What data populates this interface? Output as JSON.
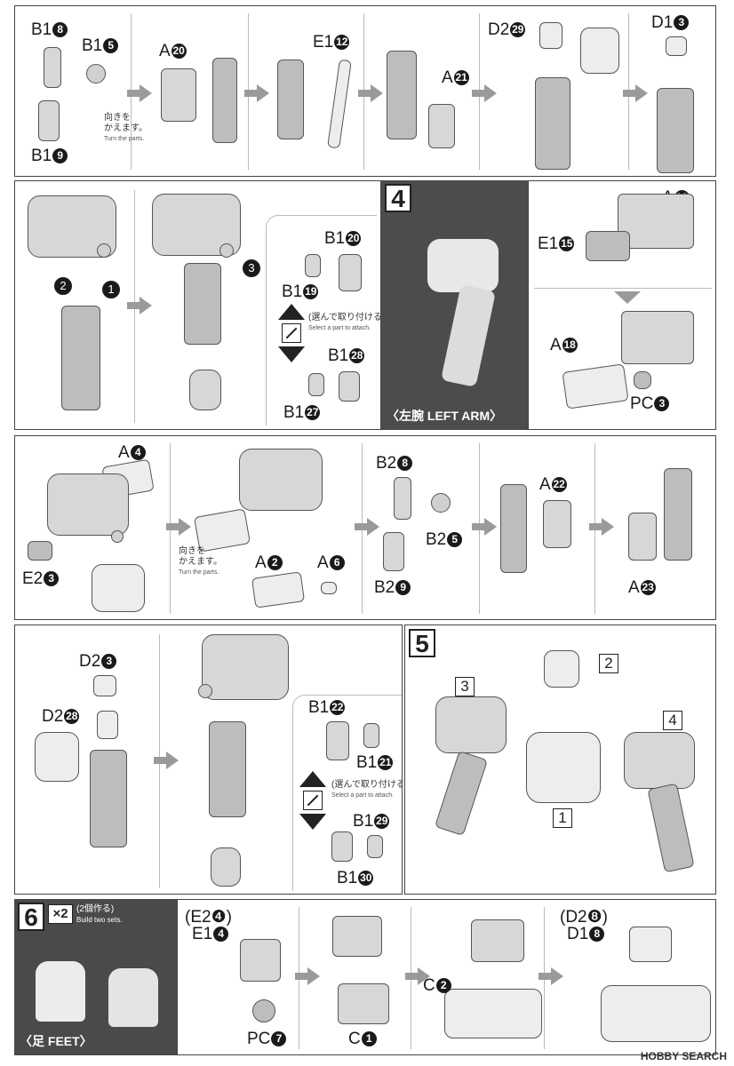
{
  "row1": {
    "labels": {
      "b1_8": {
        "prefix": "B1",
        "num": "8"
      },
      "b1_5": {
        "prefix": "B1",
        "num": "5"
      },
      "b1_9": {
        "prefix": "B1",
        "num": "9"
      },
      "a20": {
        "prefix": "A",
        "num": "20"
      },
      "e1_12": {
        "prefix": "E1",
        "num": "12"
      },
      "a21": {
        "prefix": "A",
        "num": "21"
      },
      "d2_29": {
        "prefix": "D2",
        "num": "29"
      },
      "d1_3": {
        "prefix": "D1",
        "num": "3"
      }
    },
    "turn_note": {
      "jp": "向きを\nかえます。",
      "en": "Turn the parts."
    }
  },
  "row2": {
    "callouts": {
      "c2": "2",
      "c1": "1",
      "c3": "3"
    },
    "labels": {
      "b1_20": {
        "prefix": "B1",
        "num": "20"
      },
      "b1_19": {
        "prefix": "B1",
        "num": "19"
      },
      "b1_28": {
        "prefix": "B1",
        "num": "28"
      },
      "b1_27": {
        "prefix": "B1",
        "num": "27"
      },
      "a16": {
        "prefix": "A",
        "num": "16"
      },
      "e1_15": {
        "prefix": "E1",
        "num": "15"
      },
      "a18": {
        "prefix": "A",
        "num": "18"
      },
      "pc3": {
        "prefix": "PC",
        "num": "3"
      }
    },
    "select_note": {
      "jp": "(選んで取り付ける)",
      "en": "Select a part to attach."
    },
    "step_number": "4",
    "photo_caption": "〈左腕 LEFT ARM〉"
  },
  "row3": {
    "labels": {
      "a4": {
        "prefix": "A",
        "num": "4"
      },
      "e2_3": {
        "prefix": "E2",
        "num": "3"
      },
      "a2": {
        "prefix": "A",
        "num": "2"
      },
      "a6": {
        "prefix": "A",
        "num": "6"
      },
      "b2_8": {
        "prefix": "B2",
        "num": "8"
      },
      "b2_5": {
        "prefix": "B2",
        "num": "5"
      },
      "b2_9": {
        "prefix": "B2",
        "num": "9"
      },
      "a22": {
        "prefix": "A",
        "num": "22"
      },
      "a23": {
        "prefix": "A",
        "num": "23"
      }
    },
    "turn_note": {
      "jp": "向きを\nかえます。",
      "en": "Turn the parts."
    }
  },
  "row4": {
    "labels": {
      "d2_3": {
        "prefix": "D2",
        "num": "3"
      },
      "d2_28": {
        "prefix": "D2",
        "num": "28"
      },
      "b1_22": {
        "prefix": "B1",
        "num": "22"
      },
      "b1_21": {
        "prefix": "B1",
        "num": "21"
      },
      "b1_29": {
        "prefix": "B1",
        "num": "29"
      },
      "b1_30": {
        "prefix": "B1",
        "num": "30"
      }
    },
    "select_note": {
      "jp": "(選んで取り付ける)",
      "en": "Select a part to attach."
    },
    "step_number": "5",
    "box_nums": {
      "n3": "3",
      "n2": "2",
      "n4": "4",
      "n1": "1"
    }
  },
  "row5": {
    "step_number": "6",
    "multiplier": "×2",
    "build_note": {
      "jp": "(2個作る)",
      "en": "Build two sets."
    },
    "photo_caption": "〈足 FEET〉",
    "labels": {
      "e2_4": "(E2❹)",
      "e1_4": {
        "prefix": "E1",
        "num": "4"
      },
      "pc7": {
        "prefix": "PC",
        "num": "7"
      },
      "c1": {
        "prefix": "C",
        "num": "1"
      },
      "c2": {
        "prefix": "C",
        "num": "2"
      },
      "d2_8": "(D2❽)",
      "d1_8": {
        "prefix": "D1",
        "num": "8"
      }
    }
  },
  "watermark": "HOBBY SEARCH"
}
